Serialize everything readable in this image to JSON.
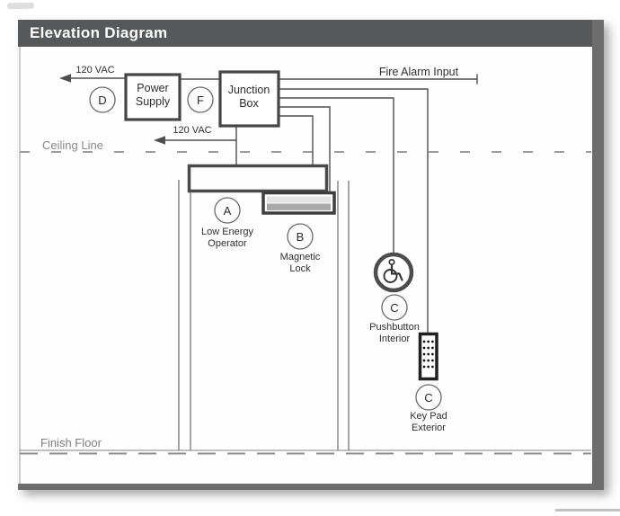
{
  "title_bar": {
    "title": "Elevation Diagram"
  },
  "annotations": {
    "vac_top": "120 VAC",
    "vac_header": "120 VAC",
    "fire_alarm": "Fire Alarm Input",
    "ceiling": "Ceiling Line",
    "floor": "Finish Floor"
  },
  "boxes": {
    "power_supply": {
      "tag": "D",
      "line1": "Power",
      "line2": "Supply"
    },
    "junction_box": {
      "tag": "F",
      "line1": "Junction",
      "line2": "Box"
    }
  },
  "callouts": {
    "operator": {
      "tag": "A",
      "line1": "Low Energy",
      "line2": "Operator"
    },
    "maglock": {
      "tag": "B",
      "line1": "Magnetic",
      "line2": "Lock"
    },
    "pushbutton": {
      "tag": "C",
      "line1": "Pushbutton",
      "line2": "Interior"
    },
    "keypad": {
      "tag": "C",
      "line1": "Key Pad",
      "line2": "Exterior"
    }
  },
  "colors": {
    "title_bar_bg": "#57585a",
    "title_text": "#ffffff",
    "wire": "#4f4f4f",
    "box_border": "#454545",
    "page_edge": "#6d6d6d",
    "muted_text": "#8a8a8a",
    "maglock_bar_light": "#e3e3e3",
    "maglock_bar_dark": "#a9a9a9"
  }
}
